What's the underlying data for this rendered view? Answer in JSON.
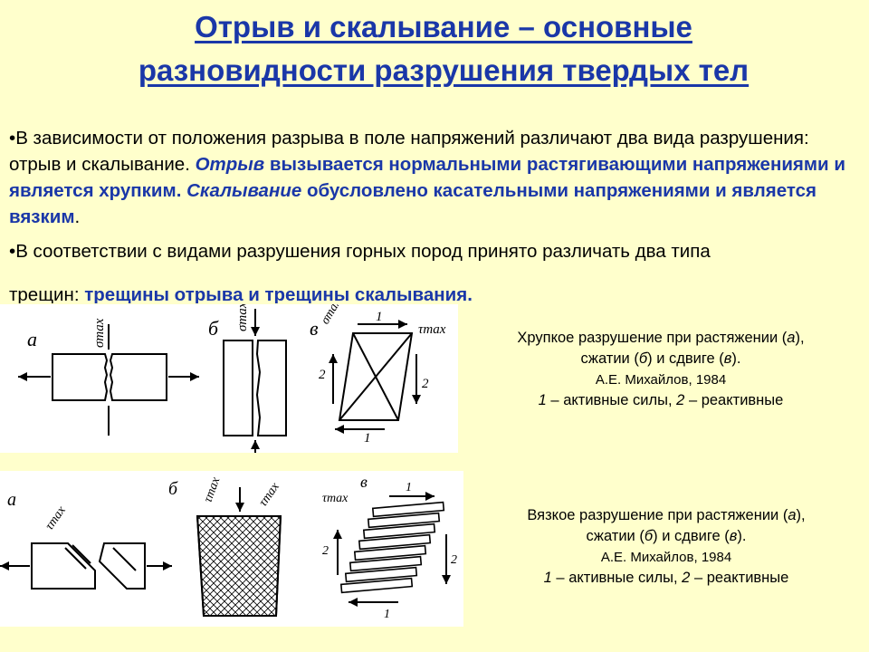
{
  "title": {
    "line1": "Отрыв и скалывание – основные",
    "line2": "разновидности разрушения твердых тел"
  },
  "bullets": [
    {
      "marker": "•",
      "t1": "В зависимости от положения разрыва в поле напряжений различают два вида разрушения: отрыв и скалывание. ",
      "t2": "Отрыв",
      "t3": " вызывается нормальными растягивающими напряжениями и является хрупким. ",
      "t4": "Скалывание",
      "t5": " обусловлено касательными напряжениями и является вязким",
      "t6": "."
    },
    {
      "marker": "•",
      "t1": "В соответствии с видами разрушения горных пород принято различать два типа",
      "t2": "трещин: ",
      "t3": "трещины отрыва и трещины скалывания."
    }
  ],
  "figure1": {
    "labels": {
      "a": "а",
      "b": "б",
      "v": "в",
      "sigma_a": "σmax",
      "sigma_b": "σmax",
      "sigma_v": "σmax",
      "tau_v": "τmax",
      "n1_top": "1",
      "n2_left": "2",
      "n2_right": "2",
      "n1_bottom": "1"
    }
  },
  "caption1": {
    "line1": "Хрупкое разрушение при растяжении (",
    "a": "а",
    "line1b": "),",
    "line2a": "сжатии (",
    "b": "б",
    "line2b": ") и сдвиге (",
    "v": "в",
    "line2c": ").",
    "author": "А.Е. Михайлов, 1984",
    "n1": "1",
    "forces1": " – активные силы, ",
    "n2": "2",
    "forces2": " – реактивные"
  },
  "figure2": {
    "labels": {
      "a": "а",
      "b": "б",
      "v": "в",
      "tau_a": "τmax",
      "tau_b1": "τmax",
      "tau_b2": "τmax",
      "tau_v": "τmax",
      "n1_top": "1",
      "n2_left": "2",
      "n2_right": "2",
      "n1_bottom": "1"
    }
  },
  "caption2": {
    "line1": "Вязкое разрушение при растяжении (",
    "a": "а",
    "line1b": "),",
    "line2a": "сжатии (",
    "b": "б",
    "line2b": ") и сдвиге (",
    "v": "в",
    "line2c": ").",
    "author": "А.Е. Михайлов, 1984",
    "n1": "1",
    "forces1": " – активные силы, ",
    "n2": "2",
    "forces2": " – реактивные"
  }
}
